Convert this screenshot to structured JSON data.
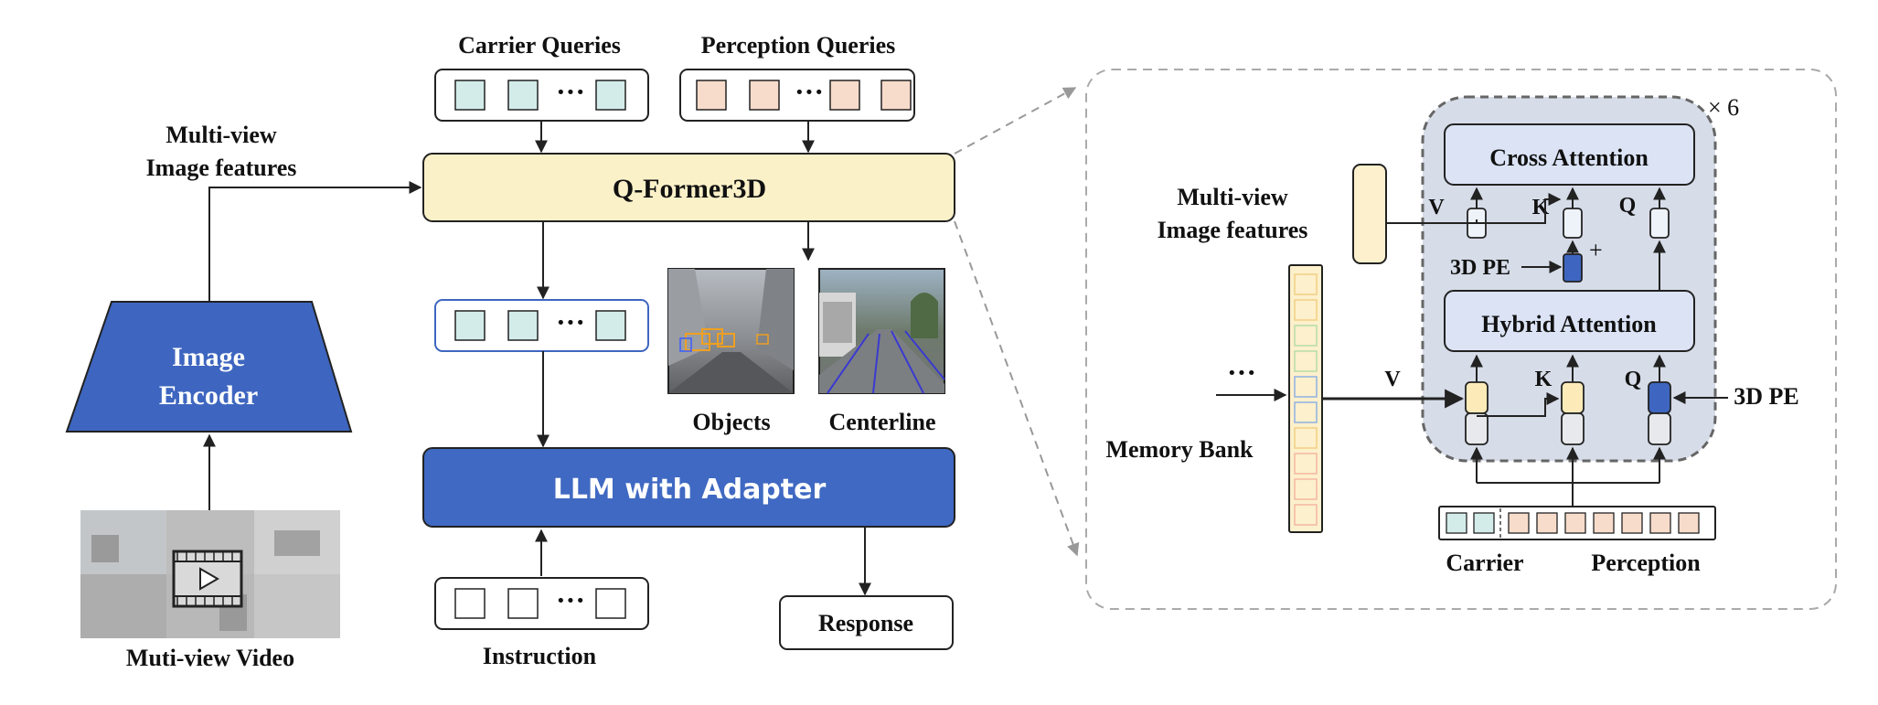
{
  "left": {
    "carrier_queries": "Carrier Queries",
    "perception_queries": "Perception Queries",
    "multiview_features": [
      "Multi-view",
      "Image features"
    ],
    "qformer": "Q-Former3D",
    "image_encoder": [
      "Image",
      "Encoder"
    ],
    "video_label": "Muti-view Video",
    "objects_label": "Objects",
    "centerline_label": "Centerline",
    "llm": "LLM with Adapter",
    "instruction_label": "Instruction",
    "response_label": "Response",
    "ellipsis": "···"
  },
  "right": {
    "repeat": "× 6",
    "cross_attention": "Cross Attention",
    "hybrid_attention": "Hybrid Attention",
    "multiview_features": [
      "Multi-view",
      "Image features"
    ],
    "v": "V",
    "k": "K",
    "q": "Q",
    "pe_3d": "3D PE",
    "plus": "+",
    "memory_bank": "Memory Bank",
    "ellipsis": "···",
    "carrier": "Carrier",
    "perception": "Perception"
  },
  "colors": {
    "carrier_query": "#d3ecea",
    "perception_query": "#f8dccb",
    "qformer": "#fbf1c8",
    "encoder": "#3e66c0",
    "llm": "#3f69c2",
    "panel": "#d6dce8",
    "attention_block": "#dbe3f5",
    "pe_token": "#3e66c0",
    "memory_bank": "#fdf0cc"
  }
}
